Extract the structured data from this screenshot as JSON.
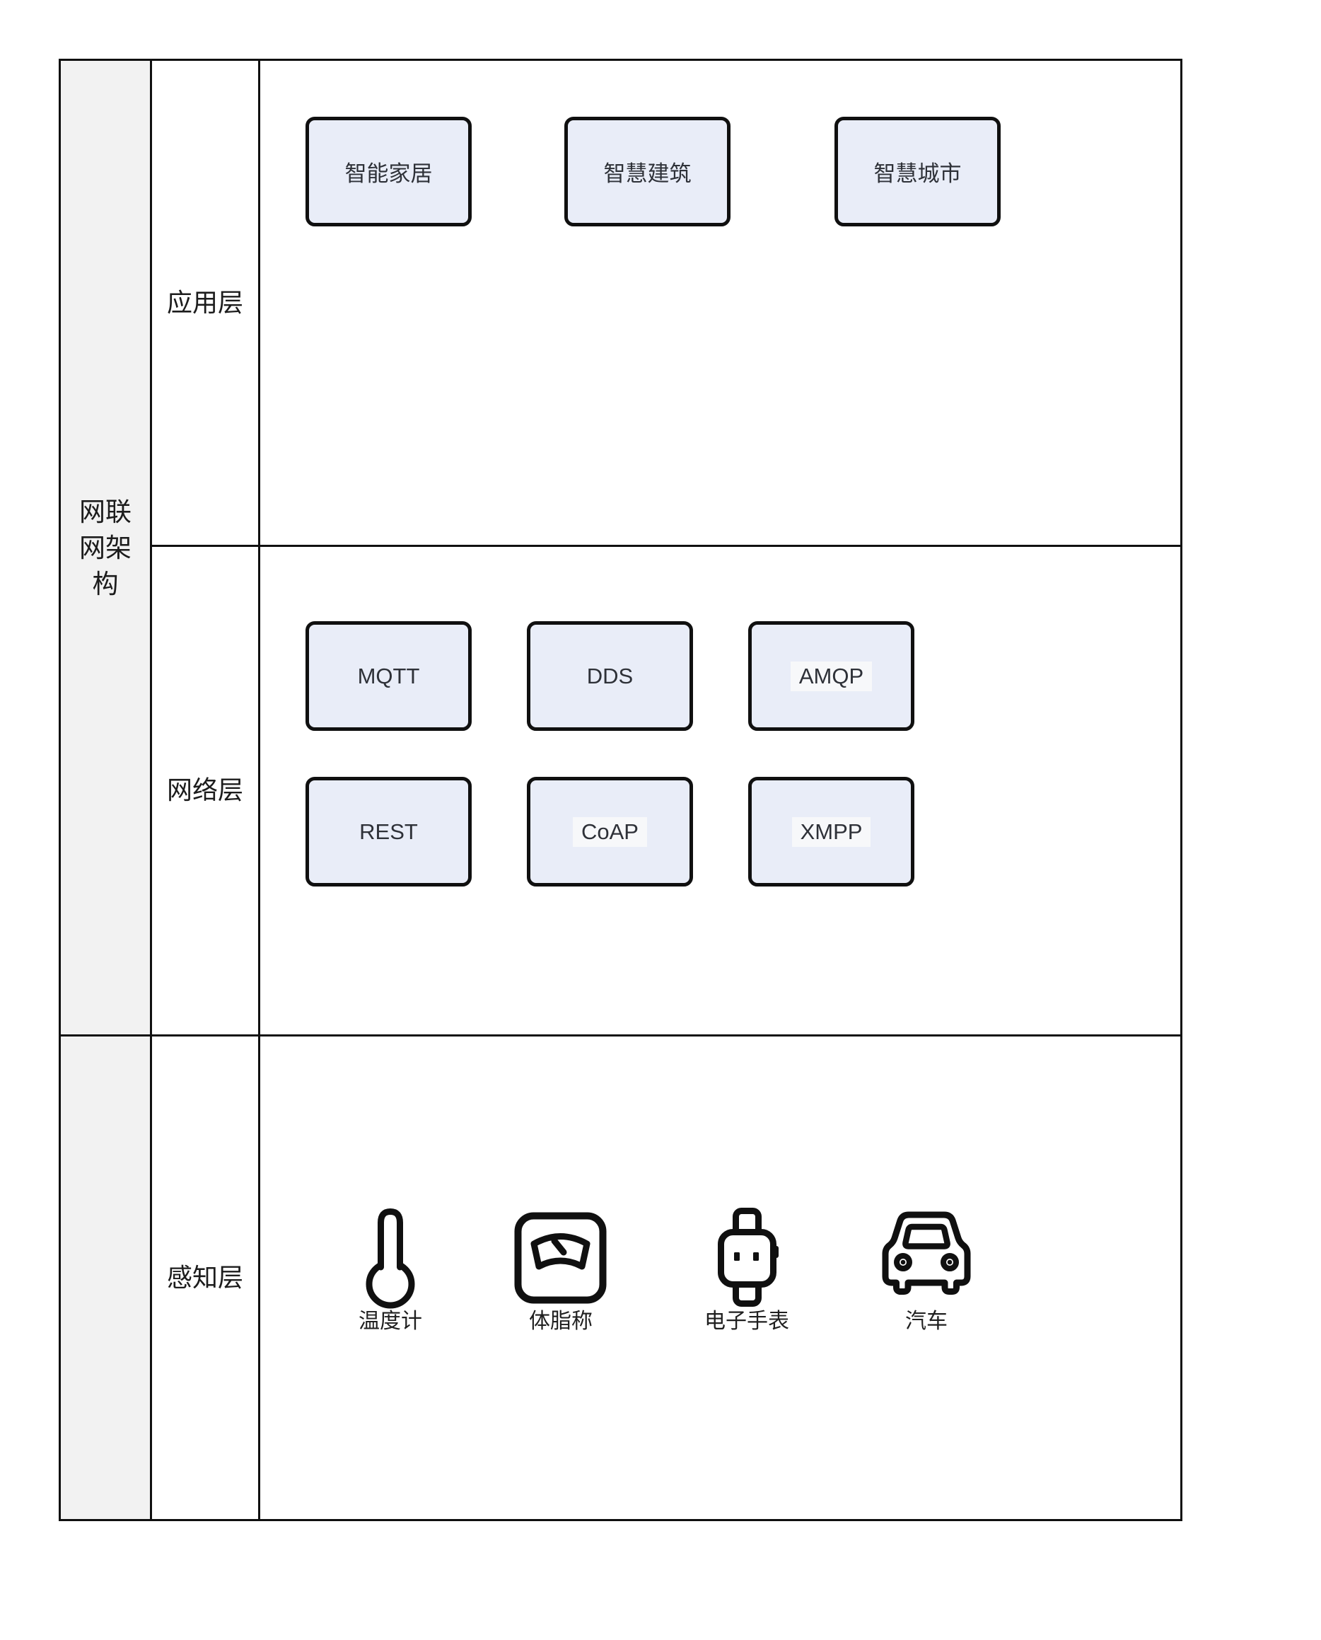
{
  "diagram_title": "网联网架构",
  "sidebar": {
    "title": "网联网架构",
    "title_lines": [
      "网联",
      "网架",
      "构"
    ]
  },
  "layers": [
    {
      "label": "应用层",
      "boxes": [
        {
          "label": "智能家居"
        },
        {
          "label": "智慧建筑"
        },
        {
          "label": "智慧城市"
        }
      ]
    },
    {
      "label": "网络层",
      "boxes": [
        {
          "label": "MQTT"
        },
        {
          "label": "DDS"
        },
        {
          "label": "AMQP",
          "highlight": true
        },
        {
          "label": "REST"
        },
        {
          "label": "CoAP",
          "highlight": true
        },
        {
          "label": "XMPP",
          "highlight": true
        }
      ]
    },
    {
      "label": "感知层",
      "devices": [
        {
          "label": "温度计",
          "icon": "thermometer-icon"
        },
        {
          "label": "体脂称",
          "icon": "body-fat-scale-icon"
        },
        {
          "label": "电子手表",
          "icon": "smart-watch-icon"
        },
        {
          "label": "汽车",
          "icon": "car-icon"
        }
      ]
    }
  ],
  "colors": {
    "box_fill": "#e9edf8",
    "box_border": "#101010",
    "sidebar_bg": "#f2f2f2",
    "grid_line": "#101010",
    "text": "#1c1c1c",
    "canvas_bg": "#ffffff"
  }
}
